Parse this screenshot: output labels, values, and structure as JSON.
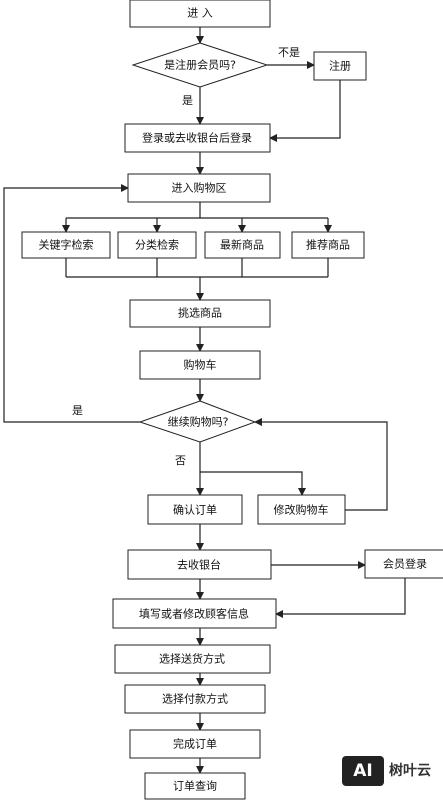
{
  "nodes": {
    "enter": "进 入",
    "is_member": "是注册会员吗?",
    "register": "注册",
    "login": "登录或去收银台后登录",
    "shopping_area": "进入购物区",
    "keyword_search": "关键字检索",
    "category_search": "分类检索",
    "new_products": "最新商品",
    "recommended": "推荐商品",
    "select_products": "挑选商品",
    "cart": "购物车",
    "continue_shopping": "继续购物吗?",
    "confirm_order": "确认订单",
    "modify_cart": "修改购物车",
    "checkout": "去收银台",
    "member_login": "会员登录",
    "fill_info": "填写或者修改顾客信息",
    "delivery_method": "选择送货方式",
    "payment_method": "选择付款方式",
    "complete_order": "完成订单",
    "order_query": "订单查询"
  },
  "edge_labels": {
    "not_member": "不是",
    "is_member_yes": "是",
    "continue_yes": "是",
    "continue_no": "否"
  },
  "watermark": {
    "mark": "AI",
    "text": "树叶云"
  }
}
